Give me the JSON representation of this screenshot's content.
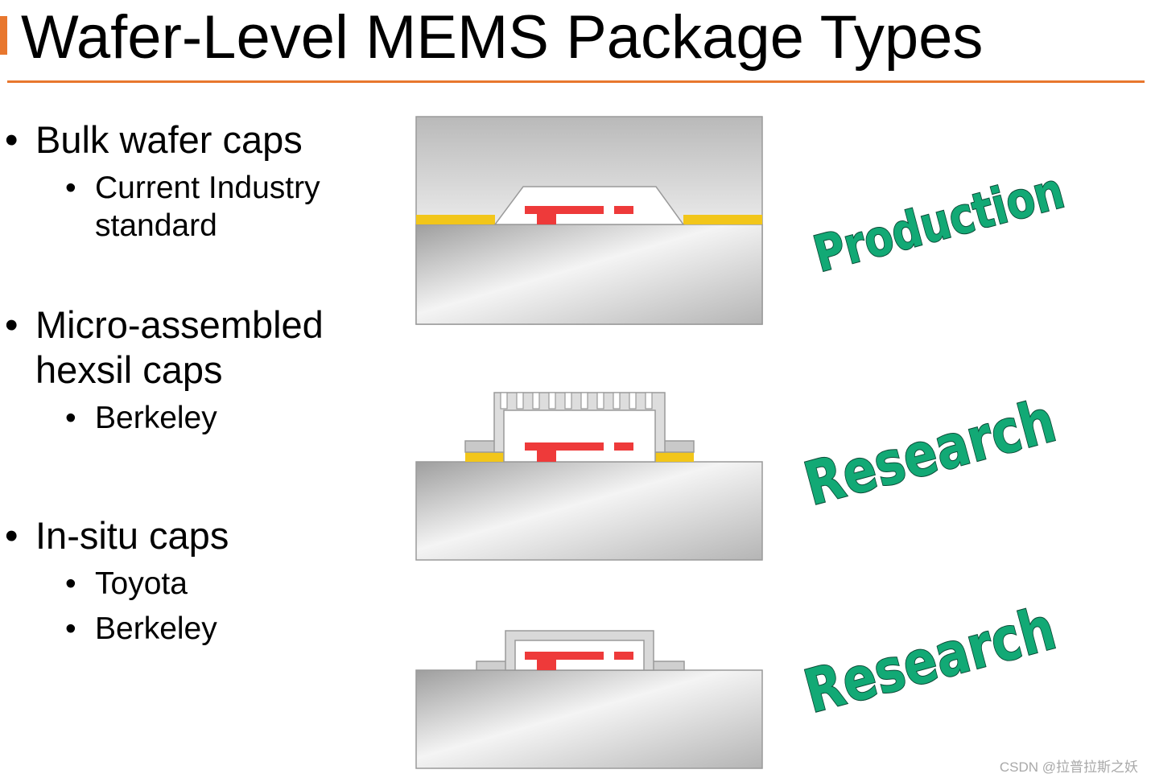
{
  "title": "Wafer-Level MEMS Package Types",
  "bullets": [
    {
      "text": "Bulk wafer caps",
      "sub": [
        "Current Industry",
        "standard"
      ]
    },
    {
      "text_lines": [
        "Micro-assembled",
        "hexsil caps"
      ],
      "sub": [
        "Berkeley"
      ]
    },
    {
      "text": "In-situ caps",
      "sub": [
        "Toyota",
        "Berkeley"
      ]
    }
  ],
  "stamps": [
    "Production",
    "Research",
    "Research"
  ],
  "watermark": "CSDN @拉普拉斯之妖",
  "colors": {
    "accent": "#e8772e",
    "stamp_fill": "#12a975",
    "bond": "#f2c61a",
    "mems_device": "#ee3a3a",
    "substrate": "#bdbdbd"
  }
}
